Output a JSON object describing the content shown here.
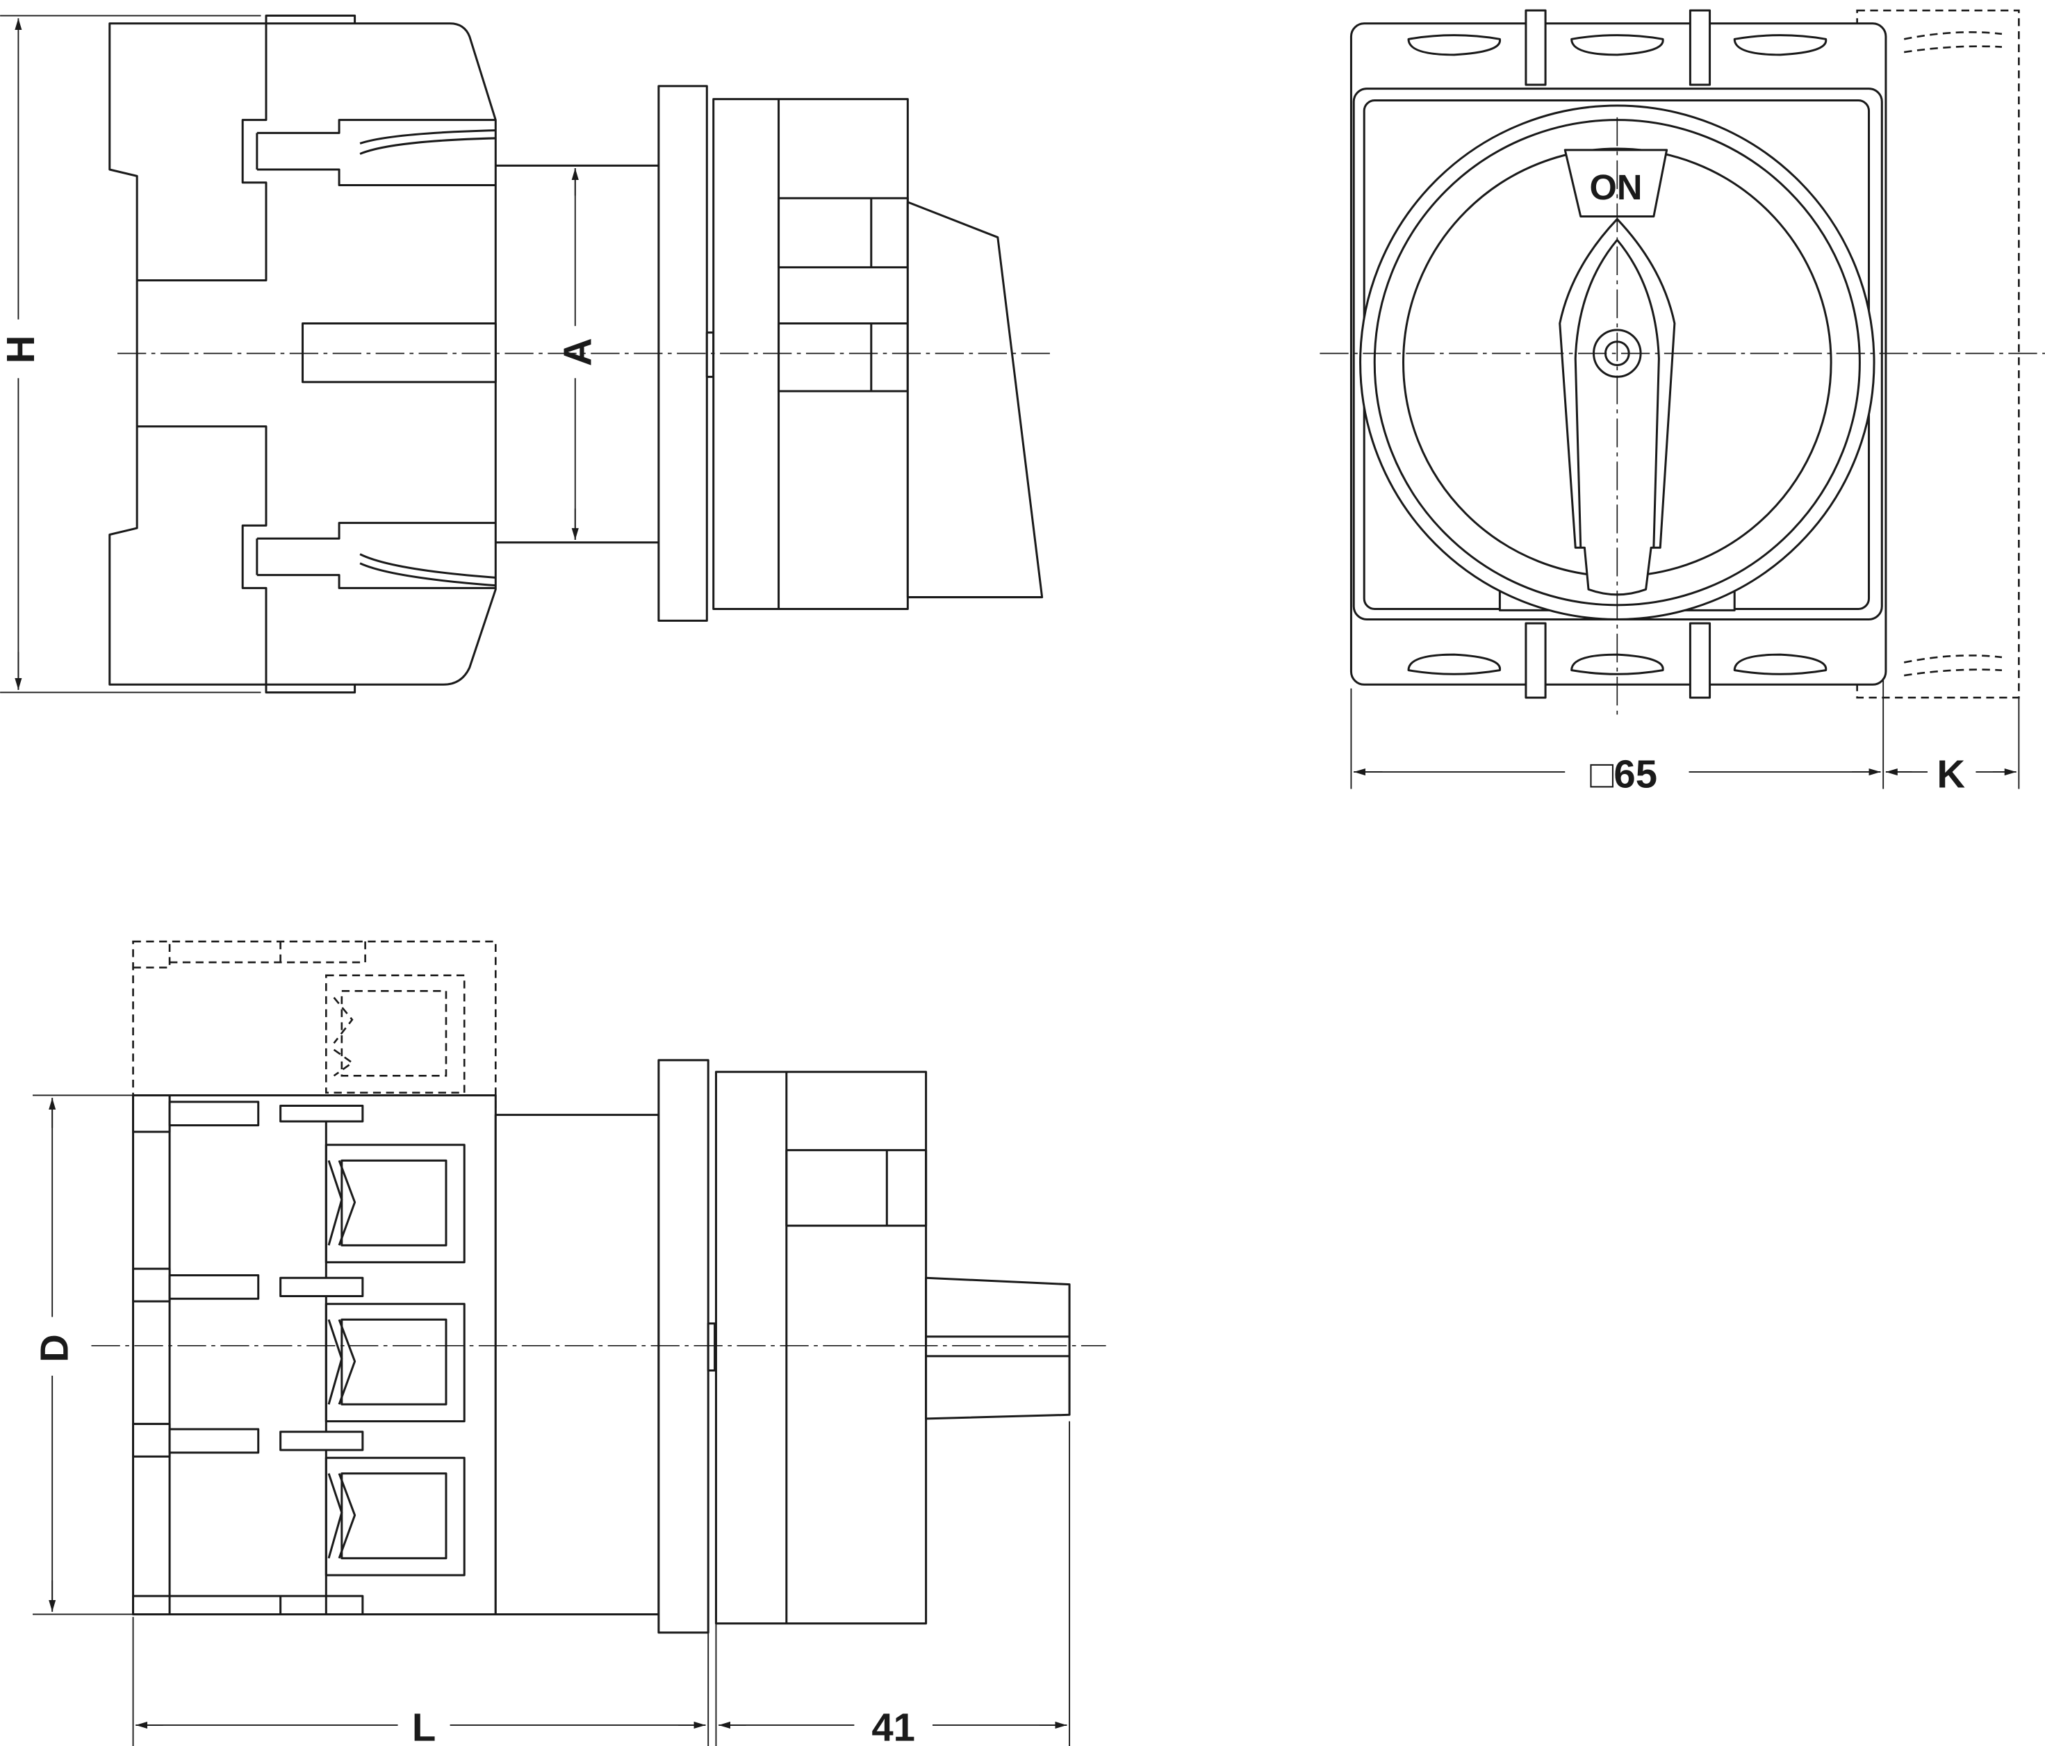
{
  "drawing": {
    "side_view": {
      "height_label": "H",
      "shaft_label": "A"
    },
    "front_view": {
      "handle_text": "ON",
      "width_label": "□65",
      "extension_label": "K"
    },
    "bottom_view": {
      "depth_label": "D",
      "length_label": "L",
      "handle_depth_label": "41"
    }
  }
}
